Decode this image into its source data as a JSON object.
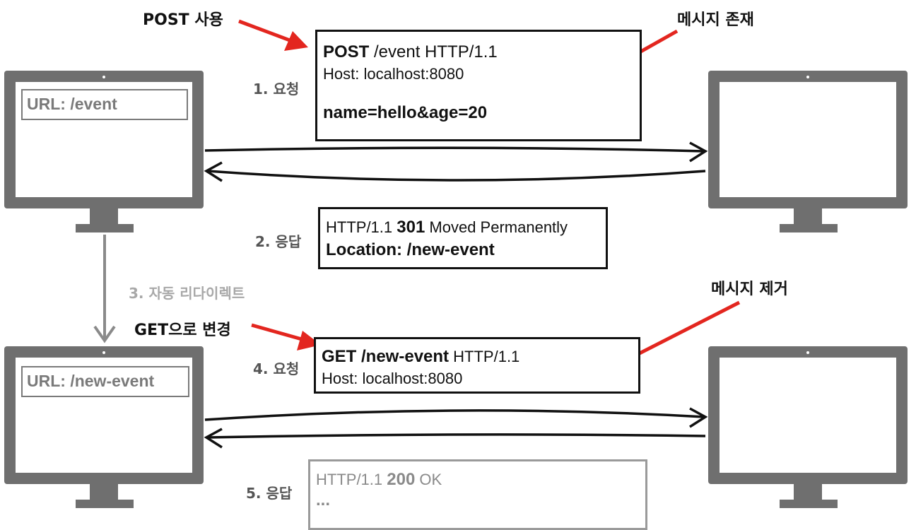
{
  "callouts": {
    "post_use": "POST 사용",
    "message_present": "메시지 존재",
    "get_change": "GET으로 변경",
    "message_removed": "메시지 제거"
  },
  "steps": {
    "step1": "1. 요청",
    "step2": "2. 응답",
    "step3": "3. 자동 리다이렉트",
    "step4": "4. 요청",
    "step5": "5. 응답"
  },
  "clients": {
    "top_url": "URL: /event",
    "bottom_url": "URL: /new-event"
  },
  "request1": {
    "method": "POST",
    "path_version": " /event HTTP/1.1",
    "host": "Host: localhost:8080",
    "body": "name=hello&age=20"
  },
  "response2": {
    "version": "HTTP/1.1 ",
    "status_code": "301",
    "reason": " Moved Permanently",
    "location": "Location: /new-event"
  },
  "request4": {
    "method_path": "GET /new-event",
    "version": " HTTP/1.1",
    "host": "Host: localhost:8080"
  },
  "response5": {
    "version": "HTTP/1.1 ",
    "status_code": "200",
    "reason": " OK",
    "ellipsis": "..."
  },
  "colors": {
    "accent_red": "#e3261f",
    "monitor_gray": "#6f6f6f",
    "muted_text": "#9a9a9a"
  }
}
